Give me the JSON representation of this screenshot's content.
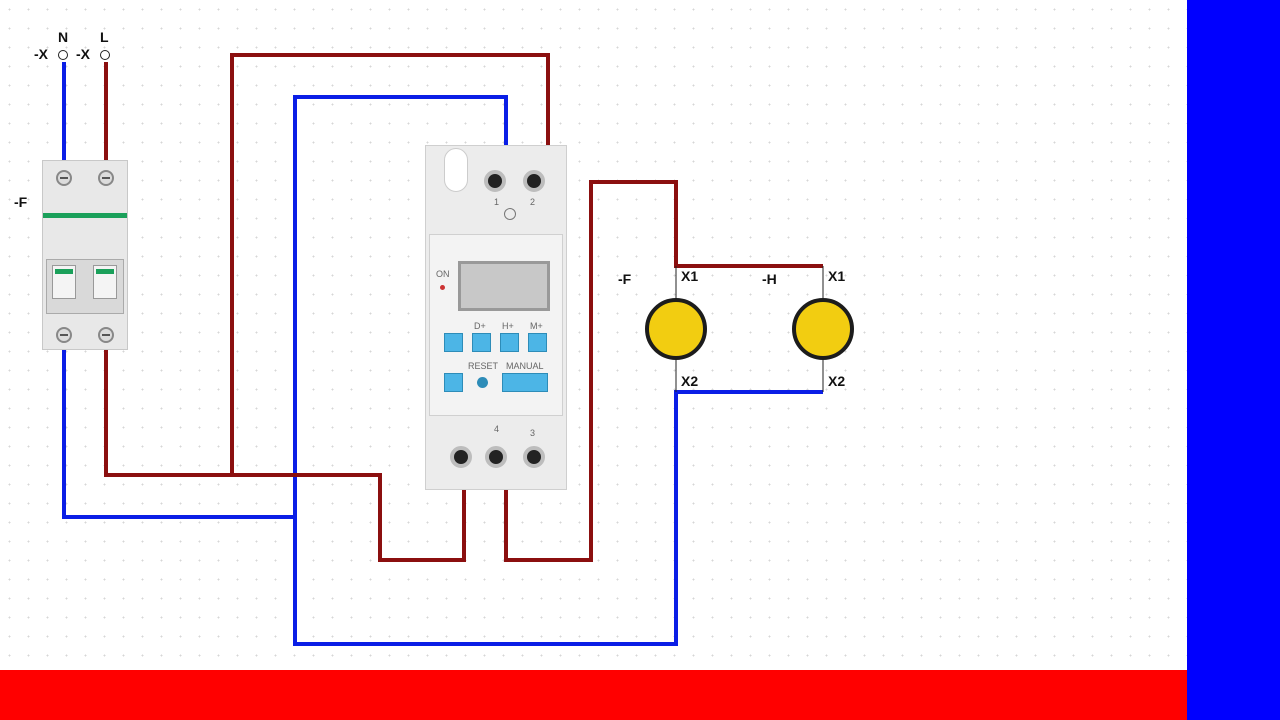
{
  "labels": {
    "supply_x_n": "-X",
    "supply_n": "N",
    "supply_x_l": "-X",
    "supply_l": "L",
    "breaker": "-F",
    "timer_terminal_1": "1",
    "timer_terminal_2": "2",
    "timer_terminal_4": "4",
    "timer_terminal_3": "3",
    "timer_on": "ON",
    "timer_btn_d": "D+",
    "timer_btn_h": "H+",
    "timer_btn_m": "M+",
    "timer_reset": "RESET",
    "timer_manual": "MANUAL",
    "lamp_f": "-F",
    "lamp_h": "-H",
    "lamp1_x1": "X1",
    "lamp1_x2": "X2",
    "lamp2_x1": "X1",
    "lamp2_x2": "X2"
  },
  "colors": {
    "neutral_wire": "#0a1ee6",
    "live_wire": "#8b0f0f",
    "side_bar": "#0000ff",
    "bottom_bar": "#ff0000",
    "lamp": "#f2cd11"
  },
  "icons": {
    "supply_terminal": "open-circle",
    "lamp": "circle-lamp"
  }
}
